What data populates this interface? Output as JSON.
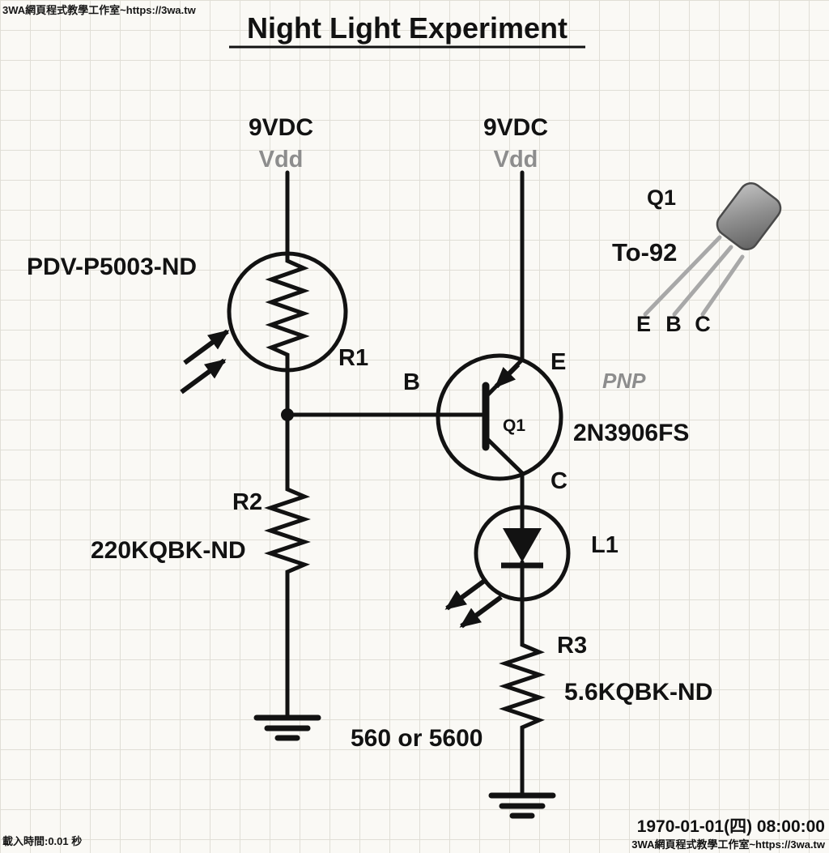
{
  "palette": {
    "bg_color": "#faf9f5",
    "grid_color": "#e0ded6",
    "ink_color": "#121212",
    "muted_color": "#8d8d8d"
  },
  "watermarks": {
    "top_left": "3WA網頁程式教學工作室~https://3wa.tw",
    "load_time": "載入時間:0.01 秒",
    "datetime": "1970-01-01(四) 08:00:00",
    "site": "3WA網頁程式教學工作室~https://3wa.tw"
  },
  "schematic": {
    "title": "Night Light Experiment",
    "rails": {
      "left": {
        "voltage": "9VDC",
        "net": "Vdd"
      },
      "right": {
        "voltage": "9VDC",
        "net": "Vdd"
      }
    },
    "photocell": {
      "part": "PDV-P5003-ND",
      "ref": "R1"
    },
    "resistor_r2": {
      "ref": "R2",
      "part": "220KQBK-ND"
    },
    "transistor": {
      "ref": "Q1",
      "part": "2N3906FS",
      "polarity": "PNP",
      "base": "B",
      "emitter": "E",
      "collector": "C"
    },
    "led": {
      "ref": "L1"
    },
    "resistor_r3": {
      "ref": "R3",
      "part": "5.6KQBK-ND",
      "alt_value": "560 or 5600"
    },
    "package": {
      "ref": "Q1",
      "name": "To-92",
      "pins": [
        "E",
        "B",
        "C"
      ]
    }
  }
}
